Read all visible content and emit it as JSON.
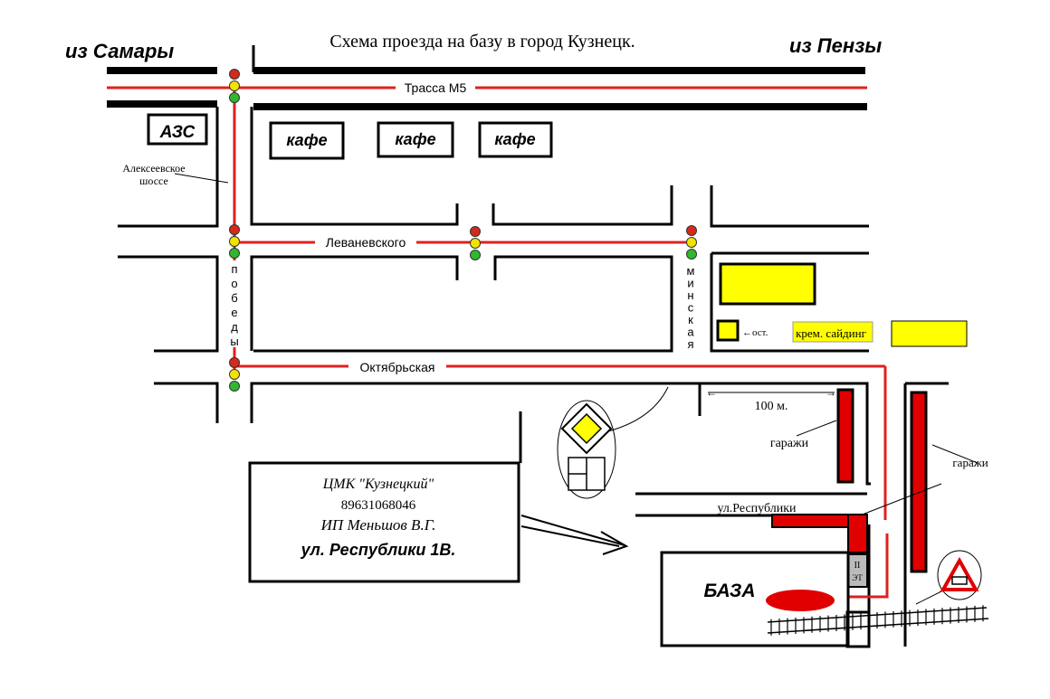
{
  "title": "Схема проезда на базу в город Кузнецк.",
  "from_left": "из Самары",
  "from_right": "из Пензы",
  "streets": {
    "highway": "Трасса М5",
    "alekseevskoe": "Алексеевское шоссе",
    "levanevskogo": "Леваневского",
    "oktyabrskaya": "Октябрьская",
    "pobedy": "победы",
    "minskaya": "минская",
    "respubliki": "ул.Республики"
  },
  "places": {
    "gas_station": "АЗС",
    "cafe_1": "кафе",
    "cafe_2": "кафе",
    "cafe_3": "кафе",
    "bus_stop": "ост.",
    "kremsiding": "крем. сайдинг",
    "garages_1": "гаражи",
    "garages_2": "гаражи",
    "base": "БАЗА",
    "distance": "100 м.",
    "checkpoint_code": "II\nЭТ"
  },
  "info_box": {
    "company": "ЦМК \"Кузнецкий\"",
    "phone": "89631068046",
    "owner": "ИП Меньшов В.Г.",
    "address": "ул. Республики 1В."
  },
  "colors": {
    "route": "#e02020",
    "light_red": "#d42a1a",
    "light_yellow": "#f2e400",
    "light_green": "#2fb82f",
    "building_yellow": "#ffff00",
    "garage_red": "#e00000"
  }
}
